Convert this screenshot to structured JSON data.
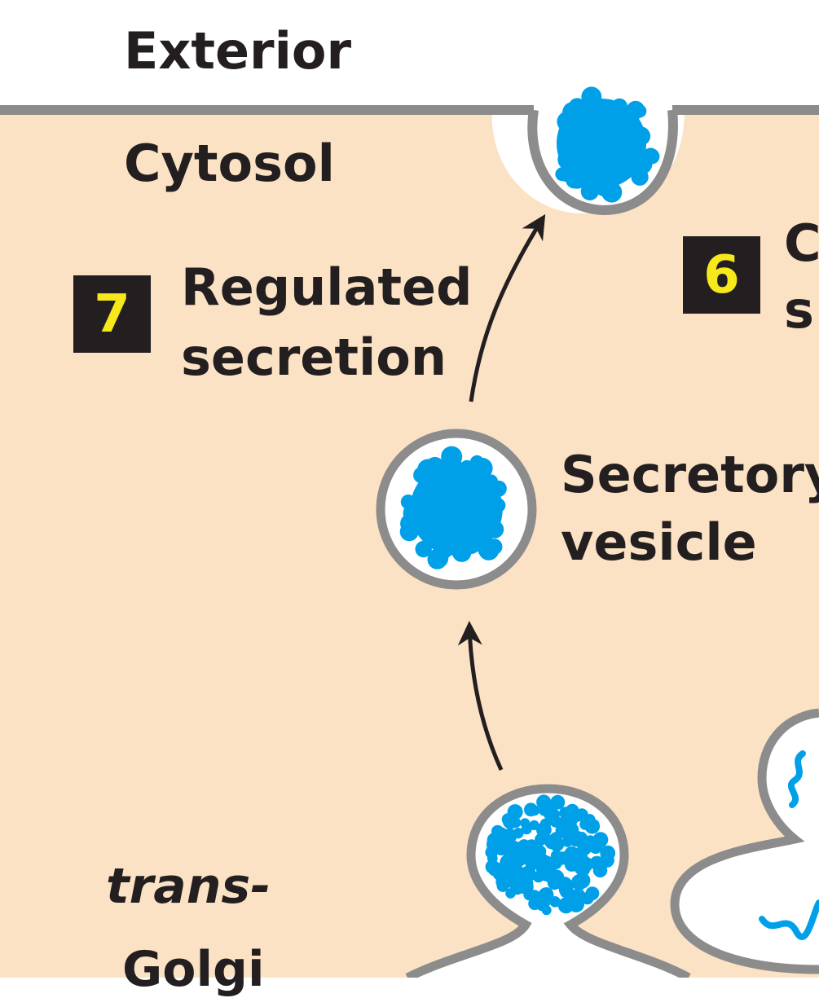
{
  "labels": {
    "exterior": "Exterior",
    "cytosol": "Cytosol",
    "regulated_line1": "Regulated",
    "regulated_line2": "secretion",
    "secretory_line1": "Secretory",
    "secretory_line2": "vesicle",
    "trans_golgi_line1": "trans-",
    "trans_golgi_line2": "Golgi",
    "constitutive_line1": "C",
    "constitutive_line2": "s"
  },
  "steps": {
    "seven": "7",
    "six": "6"
  },
  "colors": {
    "cytosol": "#fce2c4",
    "exterior": "#ffffff",
    "membrane": "#8c8c8c",
    "cargo": "#00a0e9",
    "step_box": "#231f20",
    "step_number": "#f7e81b",
    "text": "#231f20"
  }
}
